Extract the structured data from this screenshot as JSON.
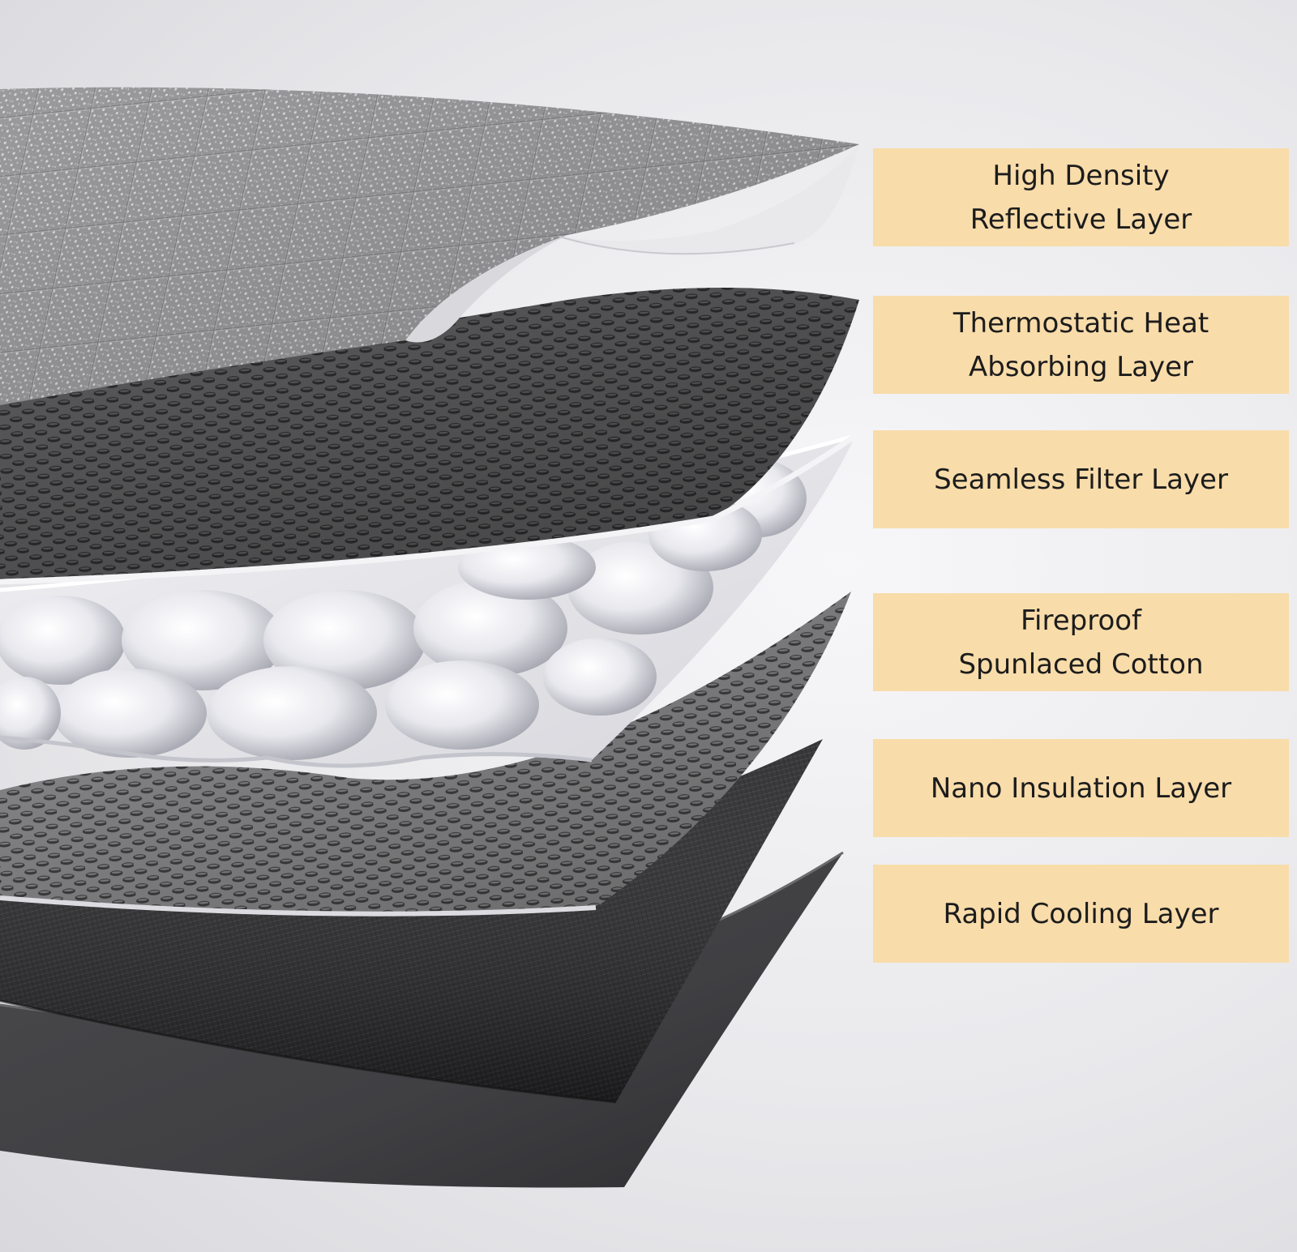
{
  "layers": [
    {
      "id": "reflective",
      "lines": [
        "High Density",
        "Reflective Layer"
      ],
      "texture": "silver-quilted-grid"
    },
    {
      "id": "absorbing",
      "lines": [
        "Thermostatic Heat",
        "Absorbing Layer"
      ],
      "texture": "dark-perforated"
    },
    {
      "id": "filter",
      "lines": [
        "Seamless Filter Layer"
      ],
      "texture": "white-bubbles"
    },
    {
      "id": "cotton",
      "lines": [
        "Fireproof",
        "Spunlaced Cotton"
      ],
      "texture": "gray-perforated"
    },
    {
      "id": "nano",
      "lines": [
        "Nano Insulation Layer"
      ],
      "texture": "black-fabric"
    },
    {
      "id": "cooling",
      "lines": [
        "Rapid Cooling Layer"
      ],
      "texture": "dark-gray-sheet"
    }
  ],
  "colors": {
    "label_background": "#f8dcaa",
    "label_text": "#1c1c1c",
    "background": "#ececef"
  }
}
